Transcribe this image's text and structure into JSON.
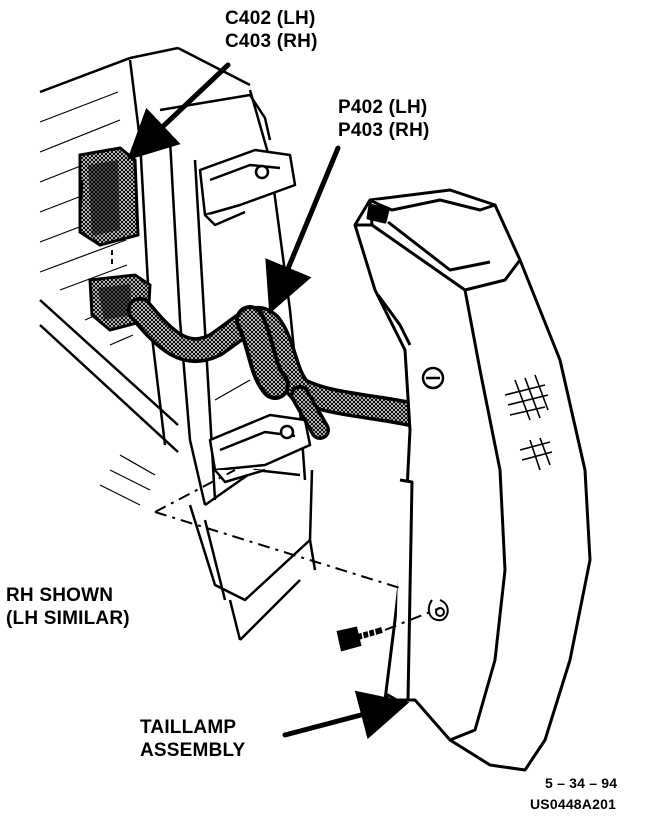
{
  "labels": {
    "connector_lh": "C402 (LH)",
    "connector_rh": "C403 (RH)",
    "plug_lh": "P402 (LH)",
    "plug_rh": "P403 (RH)",
    "shown_line1": "RH SHOWN",
    "shown_line2": "(LH SIMILAR)",
    "assembly_line1": "TAILLAMP",
    "assembly_line2": "ASSEMBLY",
    "date_code": "5 – 34 – 94",
    "figure_id": "US0448A201"
  },
  "colors": {
    "ink": "#000000",
    "paper": "#ffffff"
  }
}
